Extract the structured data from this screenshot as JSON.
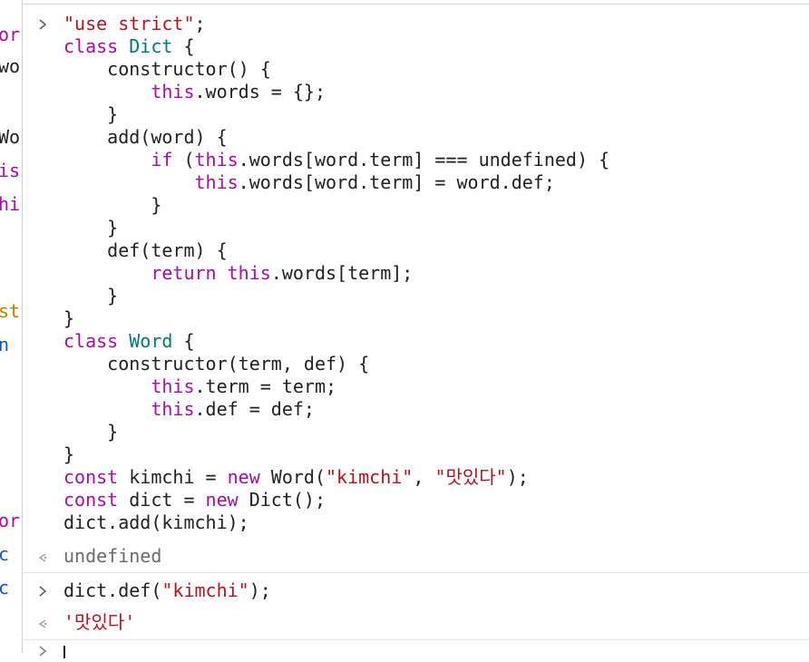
{
  "left_fragments": [
    {
      "text": "or",
      "color": "#a40fa1"
    },
    {
      "text": "wo",
      "color": "#202124"
    },
    {
      "text": "Wo",
      "color": "#202124"
    },
    {
      "text": "is",
      "color": "#a40fa1"
    },
    {
      "text": "hi",
      "color": "#a40fa1"
    },
    {
      "text": "st",
      "color": "#c47a00"
    },
    {
      "text": "n",
      "color": "#1a55c4"
    },
    {
      "text": "or",
      "color": "#a40fa1"
    },
    {
      "text": "c",
      "color": "#1a55c4"
    },
    {
      "text": "c",
      "color": "#1a55c4"
    }
  ],
  "entry1": {
    "lines": [
      [
        {
          "t": "\"use strict\"",
          "c": "str"
        },
        {
          "t": ";",
          "c": "def"
        }
      ],
      [
        {
          "t": "class ",
          "c": "kw"
        },
        {
          "t": "Dict",
          "c": "cls"
        },
        {
          "t": " {",
          "c": "def"
        }
      ],
      [
        {
          "t": "    constructor() {",
          "c": "def"
        }
      ],
      [
        {
          "t": "        ",
          "c": "def"
        },
        {
          "t": "this",
          "c": "kw"
        },
        {
          "t": ".words = {};",
          "c": "def"
        }
      ],
      [
        {
          "t": "    }",
          "c": "def"
        }
      ],
      [
        {
          "t": "    add(word) {",
          "c": "def"
        }
      ],
      [
        {
          "t": "        ",
          "c": "def"
        },
        {
          "t": "if",
          "c": "kw"
        },
        {
          "t": " (",
          "c": "def"
        },
        {
          "t": "this",
          "c": "kw"
        },
        {
          "t": ".words[word.term] === undefined) {",
          "c": "def"
        }
      ],
      [
        {
          "t": "            ",
          "c": "def"
        },
        {
          "t": "this",
          "c": "kw"
        },
        {
          "t": ".words[word.term] = word.def;",
          "c": "def"
        }
      ],
      [
        {
          "t": "        }",
          "c": "def"
        }
      ],
      [
        {
          "t": "    }",
          "c": "def"
        }
      ],
      [
        {
          "t": "    def(term) {",
          "c": "def"
        }
      ],
      [
        {
          "t": "        ",
          "c": "def"
        },
        {
          "t": "return",
          "c": "kw"
        },
        {
          "t": " ",
          "c": "def"
        },
        {
          "t": "this",
          "c": "kw"
        },
        {
          "t": ".words[term];",
          "c": "def"
        }
      ],
      [
        {
          "t": "    }",
          "c": "def"
        }
      ],
      [
        {
          "t": "}",
          "c": "def"
        }
      ],
      [
        {
          "t": "class ",
          "c": "kw"
        },
        {
          "t": "Word",
          "c": "cls"
        },
        {
          "t": " {",
          "c": "def"
        }
      ],
      [
        {
          "t": "    constructor(term, def) {",
          "c": "def"
        }
      ],
      [
        {
          "t": "        ",
          "c": "def"
        },
        {
          "t": "this",
          "c": "kw"
        },
        {
          "t": ".term = term;",
          "c": "def"
        }
      ],
      [
        {
          "t": "        ",
          "c": "def"
        },
        {
          "t": "this",
          "c": "kw"
        },
        {
          "t": ".def = def;",
          "c": "def"
        }
      ],
      [
        {
          "t": "    }",
          "c": "def"
        }
      ],
      [
        {
          "t": "}",
          "c": "def"
        }
      ],
      [
        {
          "t": "const",
          "c": "kw"
        },
        {
          "t": " kimchi = ",
          "c": "def"
        },
        {
          "t": "new",
          "c": "kw"
        },
        {
          "t": " Word(",
          "c": "def"
        },
        {
          "t": "\"kimchi\"",
          "c": "str"
        },
        {
          "t": ", ",
          "c": "def"
        },
        {
          "t": "\"맛있다\"",
          "c": "str"
        },
        {
          "t": ");",
          "c": "def"
        }
      ],
      [
        {
          "t": "const",
          "c": "kw"
        },
        {
          "t": " dict = ",
          "c": "def"
        },
        {
          "t": "new",
          "c": "kw"
        },
        {
          "t": " Dict();",
          "c": "def"
        }
      ],
      [
        {
          "t": "dict.add(kimchi);",
          "c": "def"
        }
      ]
    ]
  },
  "result1": {
    "text": "undefined"
  },
  "entry2": {
    "lines": [
      [
        {
          "t": "dict.def(",
          "c": "def"
        },
        {
          "t": "\"kimchi\"",
          "c": "str"
        },
        {
          "t": ");",
          "c": "def"
        }
      ]
    ]
  },
  "result2": {
    "text": "'맛있다'",
    "color": "#b1151c"
  },
  "colors": {
    "keyword": "#a40fa1",
    "string": "#b1151c",
    "class": "#007a70",
    "text": "#202124",
    "muted": "#6a6a6a"
  },
  "icons": {
    "input_prompt": "chevron-right-icon",
    "result_marker": "return-arrow-icon"
  }
}
